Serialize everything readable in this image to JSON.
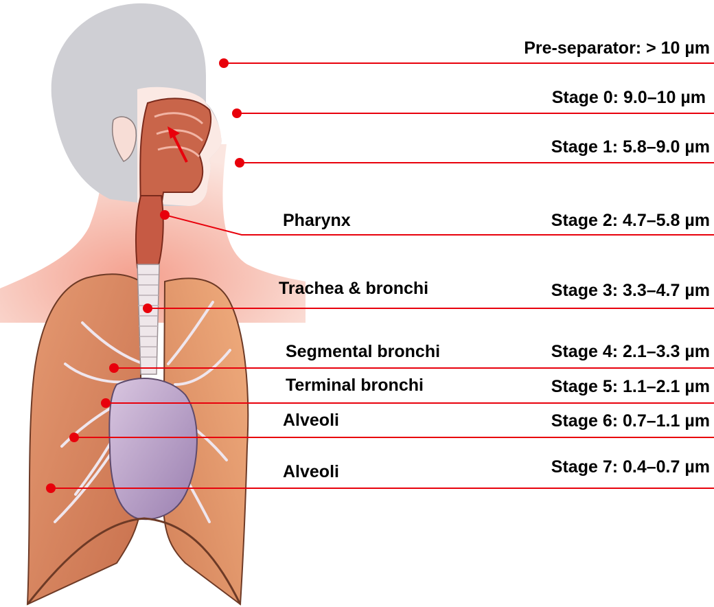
{
  "colors": {
    "leader_line": "#e8000b",
    "marker": "#e8000b",
    "head": "#c9c9cf",
    "skin": "#f6cfc4",
    "airway": "#c65a44",
    "lung": "#d9865f",
    "heart": "#b9a2c6",
    "text": "#000000"
  },
  "stages": [
    {
      "id": "pre",
      "label": "Pre-separator: > 10 µm"
    },
    {
      "id": "s0",
      "label": "Stage 0: 9.0–10 µm"
    },
    {
      "id": "s1",
      "label": "Stage 1: 5.8–9.0 µm"
    },
    {
      "id": "s2",
      "label": "Stage 2: 4.7–5.8 µm"
    },
    {
      "id": "s3",
      "label": "Stage 3: 3.3–4.7 µm"
    },
    {
      "id": "s4",
      "label": "Stage 4: 2.1–3.3 µm"
    },
    {
      "id": "s5",
      "label": "Stage 5: 1.1–2.1 µm"
    },
    {
      "id": "s6",
      "label": "Stage 6: 0.7–1.1 µm"
    },
    {
      "id": "s7",
      "label": "Stage 7: 0.4–0.7 µm"
    }
  ],
  "regions": [
    {
      "id": "pharynx",
      "label": "Pharynx"
    },
    {
      "id": "trachea",
      "label": "Trachea & bronchi"
    },
    {
      "id": "segmental",
      "label": "Segmental bronchi"
    },
    {
      "id": "terminal",
      "label": "Terminal bronchi"
    },
    {
      "id": "alveoli1",
      "label": "Alveoli"
    },
    {
      "id": "alveoli2",
      "label": "Alveoli"
    }
  ],
  "icons": {
    "anatomy": "respiratory-system-illustration",
    "airflow": "airflow-arrow-icon",
    "marker": "deposition-dot-icon"
  }
}
